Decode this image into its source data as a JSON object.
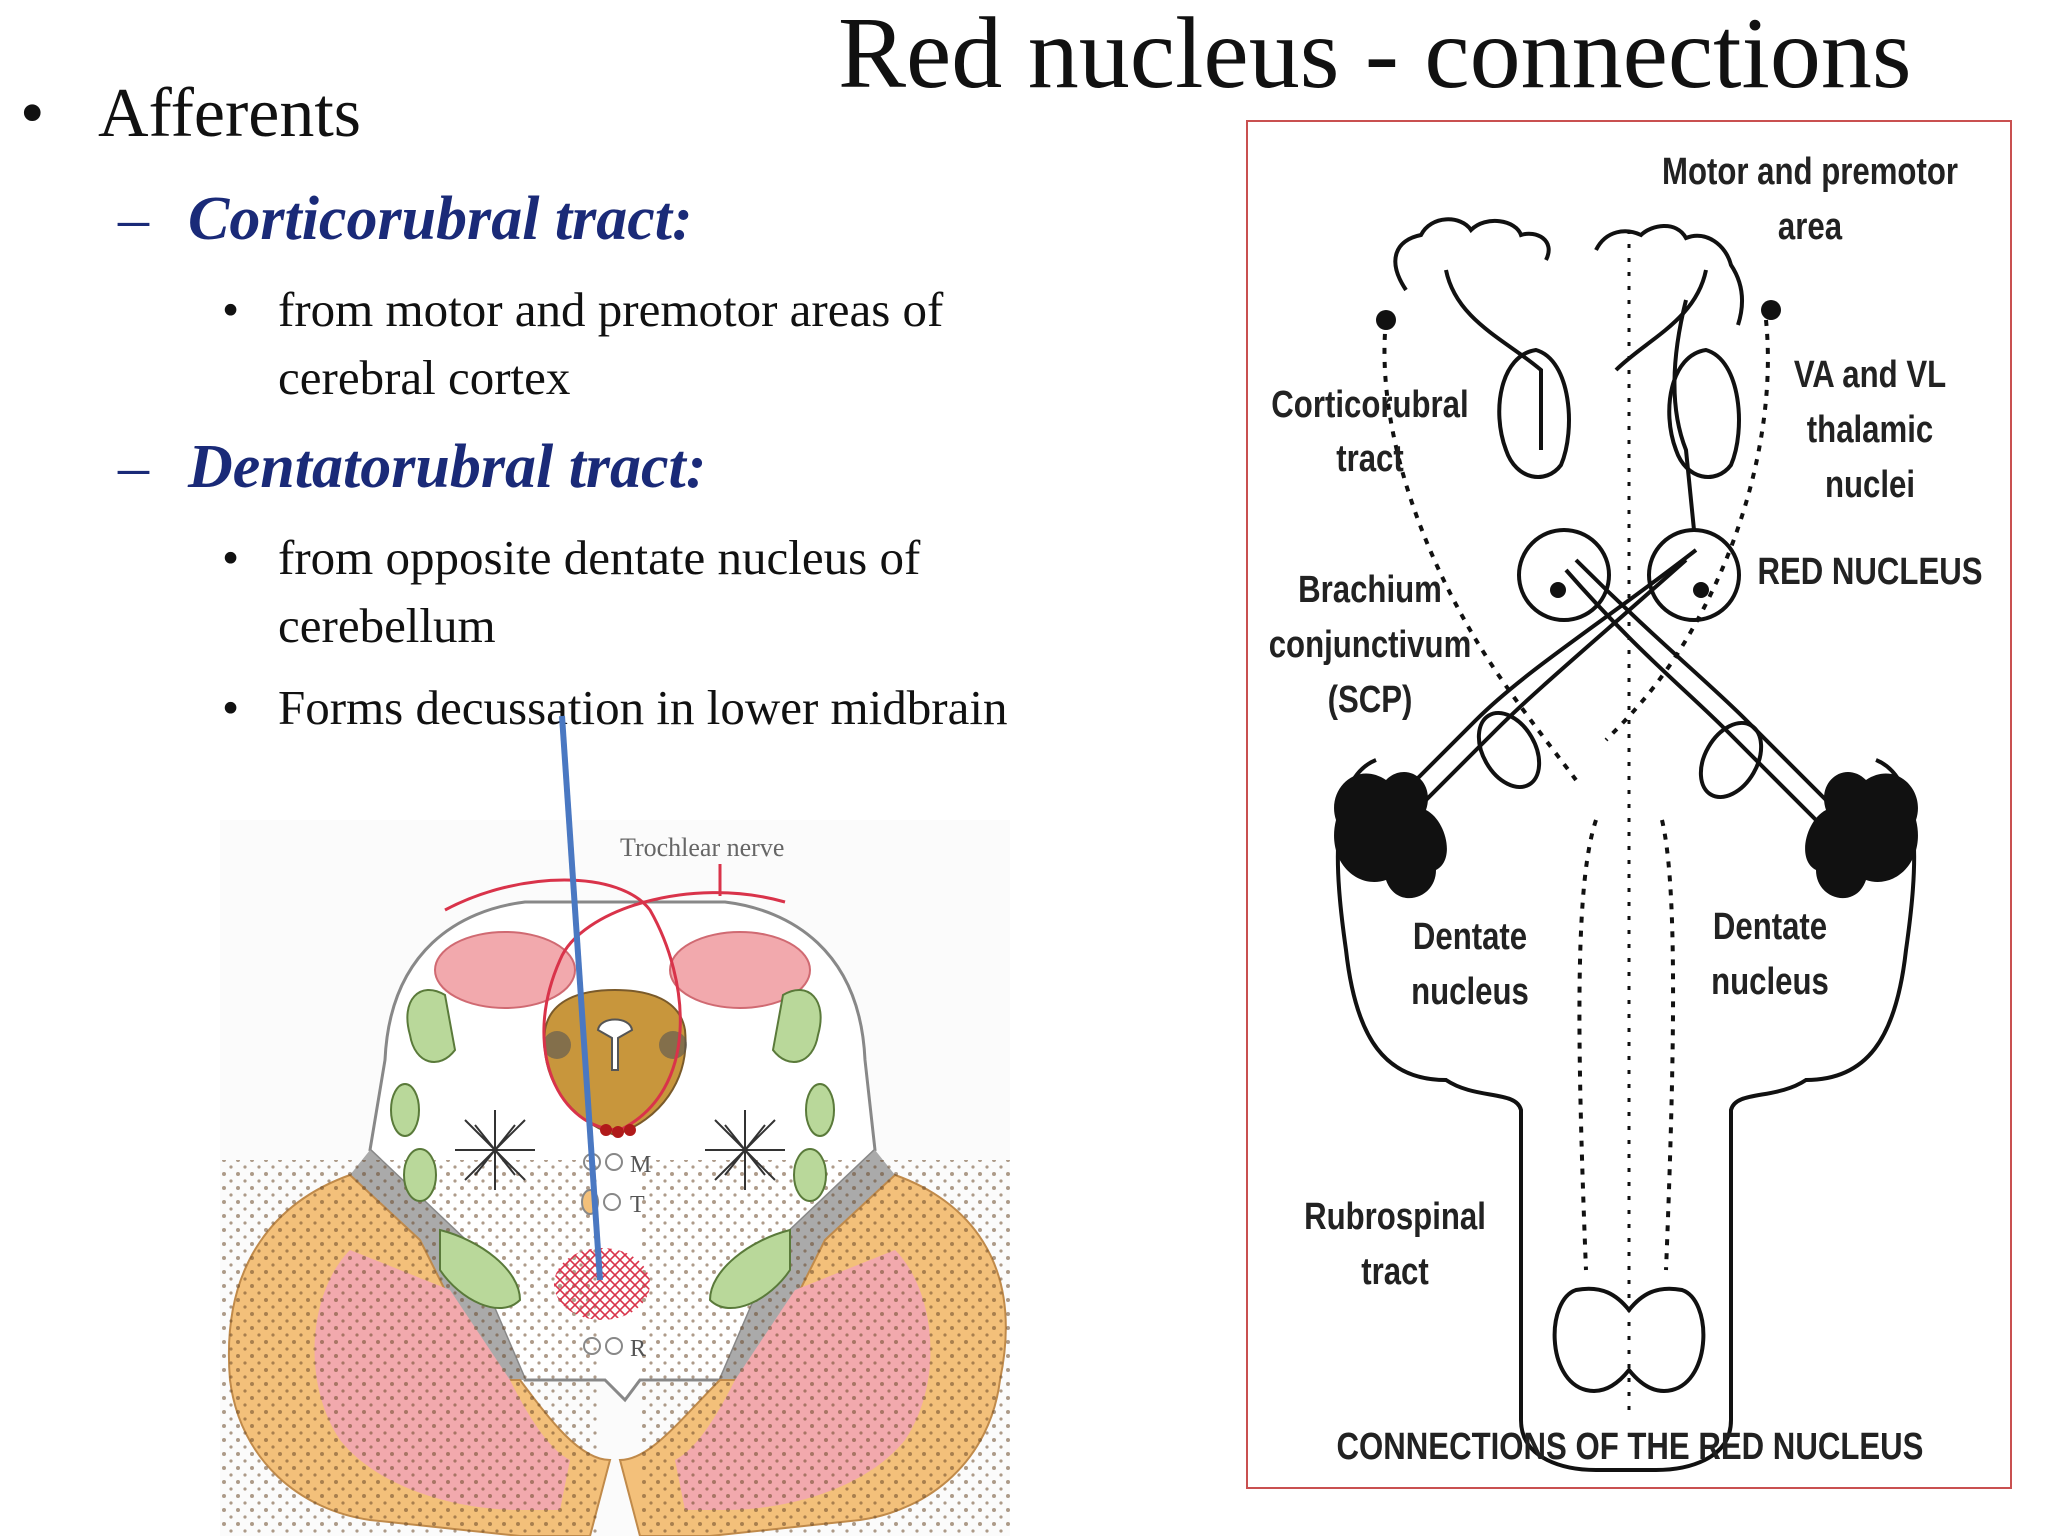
{
  "slide": {
    "title": "Red nucleus  - connections",
    "bullet": "Afferents",
    "sections": [
      {
        "heading": "Corticorubral tract:",
        "points": [
          "from motor and premotor areas of",
          "cerebral cortex"
        ]
      },
      {
        "heading": "Dentatorubral tract:",
        "points": [
          "from opposite dentate nucleus of",
          "cerebellum",
          "Forms decussation in lower midbrain"
        ]
      }
    ]
  },
  "left_figure": {
    "label_trochlear": "Trochlear nerve",
    "label_m": "M",
    "label_t": "T",
    "label_r": "R",
    "colors": {
      "red_line": "#d9334a",
      "pink": "#f2a9ad",
      "green": "#b9d89a",
      "tan": "#c8963c",
      "orange": "#f3c07a",
      "pointer": "#4a78c2"
    }
  },
  "right_figure": {
    "label_motor_1": "Motor and premotor",
    "label_motor_2": "area",
    "label_cortico_1": "Corticorubral",
    "label_cortico_2": "tract",
    "label_vavl_1": "VA and VL",
    "label_vavl_2": "thalamic",
    "label_vavl_3": "nuclei",
    "label_red": "RED NUCLEUS",
    "label_brach_1": "Brachium",
    "label_brach_2": "conjunctivum",
    "label_brach_3": "(SCP)",
    "label_dentate_l_1": "Dentate",
    "label_dentate_l_2": "nucleus",
    "label_dentate_r_1": "Dentate",
    "label_dentate_r_2": "nucleus",
    "label_rubro_1": "Rubrospinal",
    "label_rubro_2": "tract",
    "caption": "CONNECTIONS OF THE RED NUCLEUS",
    "frame_color": "#c95050"
  }
}
